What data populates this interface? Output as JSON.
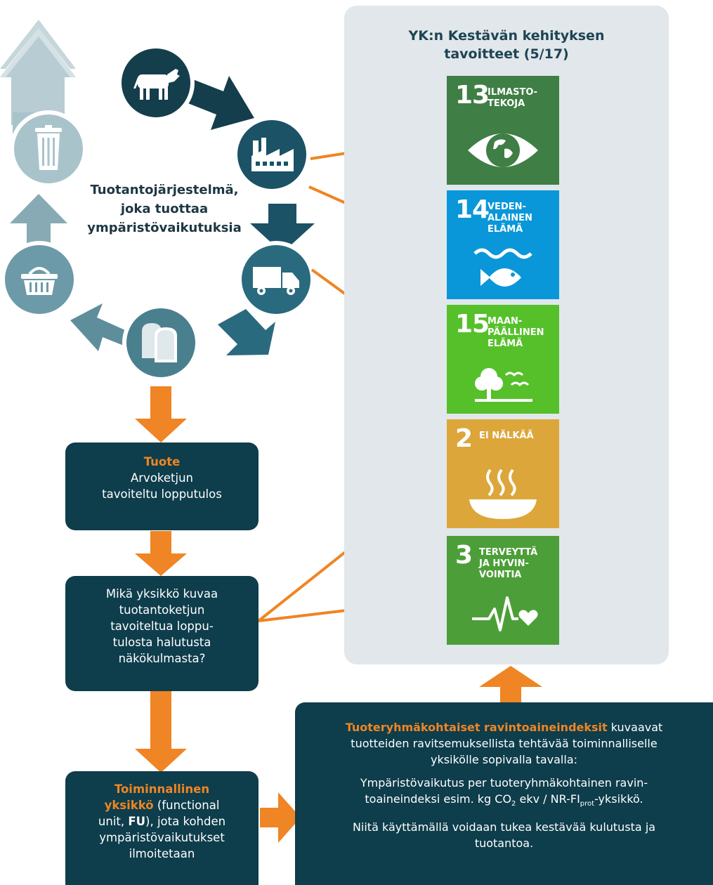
{
  "cycle": {
    "label_lines": [
      "Tuotantojärjestelmä,",
      "joka tuottaa",
      "ympäristövaikutuksia"
    ],
    "icons": [
      "cow-icon",
      "factory-icon",
      "truck-icon",
      "bread-icon",
      "basket-icon",
      "trash-can-icon"
    ]
  },
  "sdg": {
    "title_line1": "YK:n Kestävän kehityksen",
    "title_line2": "tavoitteet (5/17)",
    "goals": [
      {
        "number": "13",
        "name_lines": [
          "ILMASTO-",
          "TEKOJA"
        ],
        "color": "#3f7e44",
        "icon": "eye-globe-icon"
      },
      {
        "number": "14",
        "name_lines": [
          "VEDEN-",
          "ALAINEN",
          "ELÄMÄ"
        ],
        "color": "#0a97d9",
        "icon": "fish-waves-icon"
      },
      {
        "number": "15",
        "name_lines": [
          "MAAN-",
          "PÄÄLLINEN",
          "ELÄMÄ"
        ],
        "color": "#56c02b",
        "icon": "tree-birds-icon"
      },
      {
        "number": "2",
        "name_lines": [
          "EI NÄLKÄÄ"
        ],
        "color": "#dda63a",
        "icon": "steaming-bowl-icon"
      },
      {
        "number": "3",
        "name_lines": [
          "TERVEYTTÄ",
          "JA HYVIN-",
          "VOINTIA"
        ],
        "color": "#4c9f38",
        "icon": "heartbeat-icon"
      }
    ]
  },
  "boxes": {
    "product": {
      "heading": "Tuote",
      "line1": "Arvoketjun",
      "line2": "tavoiteltu lopputulos"
    },
    "question": {
      "lines": [
        "Mikä yksikkö kuvaa",
        "tuotantoketjun",
        "tavoiteltua loppu-",
        "tulosta halutusta",
        "näkökulmasta?"
      ]
    },
    "functional_unit": {
      "highlight1": "Toiminnallinen",
      "highlight2": "yksikkö",
      "text1": " (functional",
      "text2": "unit, ",
      "fu": "FU",
      "text3": "), jota kohden",
      "line4": "ympäristövaikutukset",
      "line5": "ilmoitetaan"
    },
    "index_info": {
      "highlight": "Tuoteryhmäkohtaiset ravintoaineindeksit",
      "rest1": " kuvaavat",
      "line2": "tuotteiden ravitsemuksellista tehtävää toiminnalliselle",
      "line3": "yksikölle sopivalla tavalla:",
      "p2_line1": "Ympäristövaikutus per tuoteryhmäkohtainen ravin-",
      "p2_line2a": "toaineindeksi esim. kg CO",
      "p2_sub1": "2",
      "p2_line2b": " ekv / NR-FI",
      "p2_sub2": "prot",
      "p2_line2c": "-yksikkö.",
      "p3_line1": "Niitä käyttämällä voidaan tukea kestävää kulutusta ja",
      "p3_line2": "tuotantoa."
    }
  },
  "colors": {
    "dark_navy": "#0e3d4b",
    "orange": "#ef8524",
    "panel_gray": "#e1e7eb",
    "teal_dark": "#1d5a6e",
    "teal_light": "#a9c3cb"
  }
}
